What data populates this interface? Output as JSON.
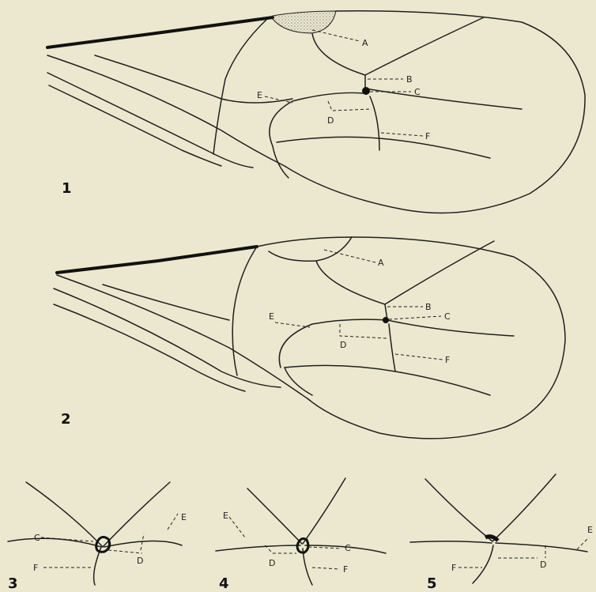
{
  "figures": [
    {
      "number": "1",
      "labels": {
        "A": "A",
        "B": "B",
        "C": "C",
        "D": "D",
        "E": "E",
        "F": "F"
      }
    },
    {
      "number": "2",
      "labels": {
        "A": "A",
        "B": "B",
        "C": "C",
        "D": "D",
        "E": "E",
        "F": "F"
      }
    },
    {
      "number": "3",
      "labels": {
        "C": "C",
        "D": "D",
        "E": "E",
        "F": "F"
      }
    },
    {
      "number": "4",
      "labels": {
        "C": "C",
        "D": "D",
        "E": "E",
        "F": "F"
      }
    },
    {
      "number": "5",
      "labels": {
        "D": "D",
        "E": "E",
        "F": "F"
      }
    }
  ]
}
